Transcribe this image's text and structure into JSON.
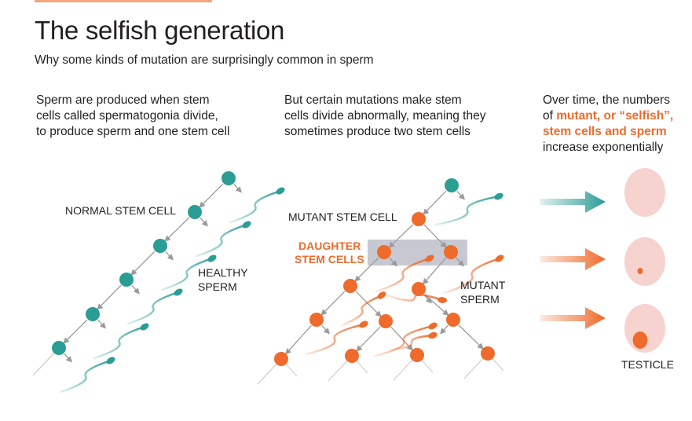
{
  "title": "The selfish generation",
  "subtitle": "Why some kinds of mutation are surprisingly common in sperm",
  "columns": {
    "normal": {
      "lines": [
        "Sperm are produced when stem",
        "cells called spermatogonia divide,",
        "to produce sperm and one stem cell"
      ]
    },
    "mutant": {
      "lines": [
        "But certain mutations make stem",
        "cells divide abnormally, meaning they",
        "sometimes produce two stem cells"
      ]
    },
    "result": {
      "line1": "Over time, the numbers",
      "line2_plain": "of ",
      "line2_highlight": "mutant, or “selfish”,",
      "line3_highlight": "stem cells and sperm",
      "line4": "increase exponentially"
    }
  },
  "labels": {
    "normal_stem_cell": "NORMAL STEM CELL",
    "healthy_sperm_1": "HEALTHY",
    "healthy_sperm_2": "SPERM",
    "mutant_stem_cell": "MUTANT STEM CELL",
    "daughter_1": "DAUGHTER",
    "daughter_2": "STEM CELLS",
    "mutant_sperm_1": "MUTANT",
    "mutant_sperm_2": "SPERM",
    "testicle": "TESTICLE"
  },
  "colors": {
    "teal": "#2a9d95",
    "orange": "#ee6b2c",
    "pink": "#f6d3cf",
    "arrow_gray": "#9a9a9a",
    "highlight_box": "#c7c8d1"
  },
  "testicle_mutant_fractions": [
    0,
    0.02,
    0.15
  ]
}
